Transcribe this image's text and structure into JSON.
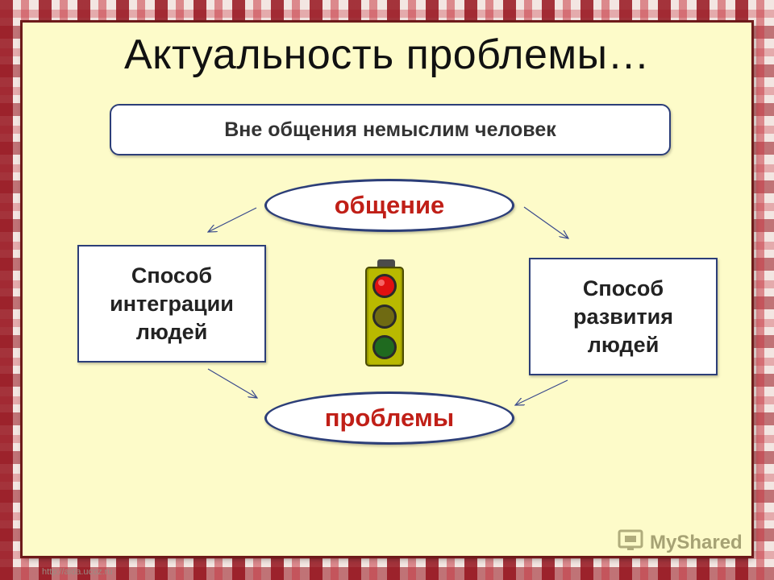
{
  "title": "Актуальность проблемы…",
  "banner": "Вне общения немыслим человек",
  "top_ellipse": "общение",
  "bottom_ellipse": "проблемы",
  "left_box": [
    "Способ",
    "интеграции",
    "людей"
  ],
  "right_box": [
    "Способ",
    "развития",
    "людей"
  ],
  "watermark": "MyShared",
  "url": "http://aida.ucoz.ru",
  "colors": {
    "panel": "#fdfbc9",
    "ellipse_text": "#c01f17",
    "border": "#2c3e78",
    "frame": "#6e1a1a"
  },
  "icons": [
    "traffic-light-icon",
    "myshared-logo-icon"
  ]
}
